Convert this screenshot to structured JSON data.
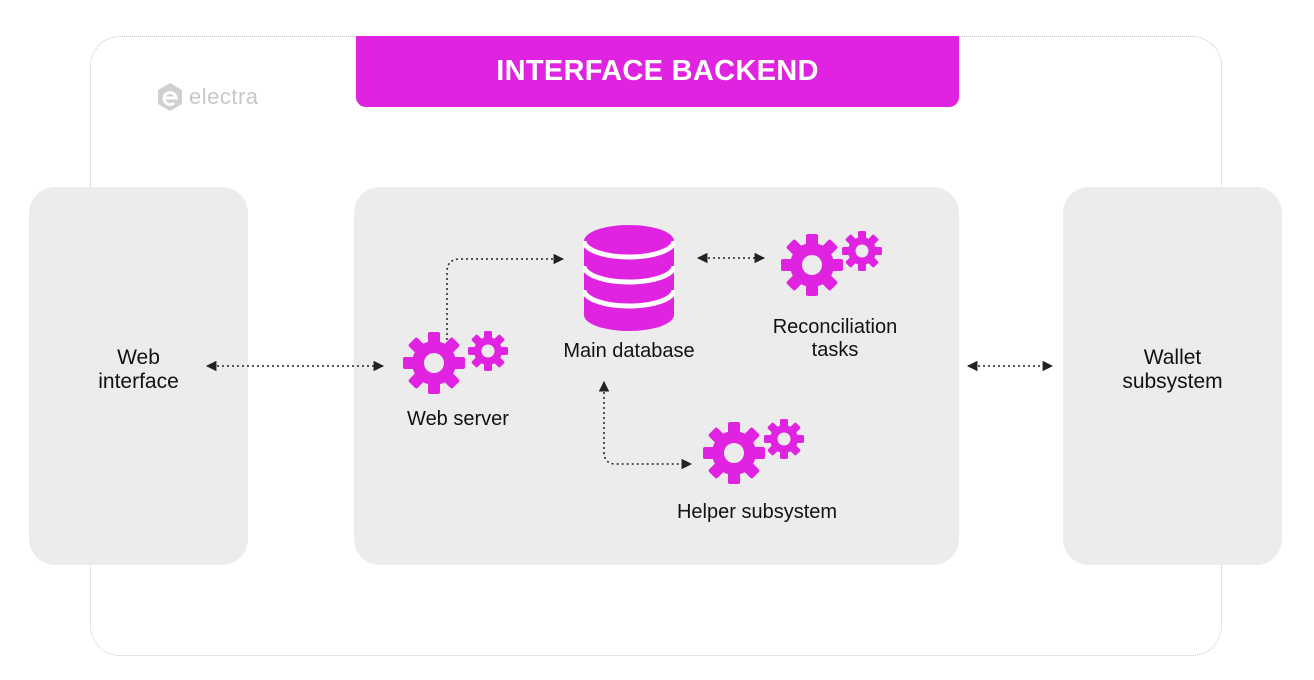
{
  "header": {
    "title": "INTERFACE BACKEND"
  },
  "logo": {
    "text": "electra"
  },
  "nodes": {
    "web_interface": {
      "line1": "Web",
      "line2": "interface"
    },
    "wallet_subsystem": {
      "line1": "Wallet",
      "line2": "subsystem"
    },
    "main_database": {
      "label": "Main database"
    },
    "web_server": {
      "label": "Web server"
    },
    "reconciliation": {
      "line1": "Reconciliation",
      "line2": "tasks"
    },
    "helper_subsystem": {
      "label": "Helper subsystem"
    }
  },
  "colors": {
    "accent": "#e023e0",
    "panel": "#ececec",
    "text": "#111111",
    "arrow": "#222222"
  },
  "icons": {
    "database": "database-icon",
    "gears": "gears-icon",
    "logo": "electra-logo-icon"
  }
}
